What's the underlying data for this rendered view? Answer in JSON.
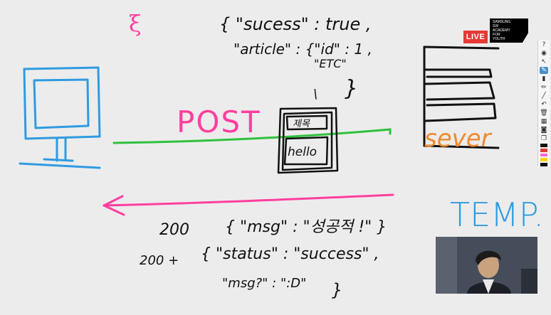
{
  "overlay": {
    "live_label": "LIVE",
    "brand_lines": [
      "SAMSUNG",
      "SW",
      "ACADEMY",
      "FOR",
      "YOUTH"
    ]
  },
  "board": {
    "top_mark": "ξ",
    "req_line1": "{ \"sucess\" : true ,",
    "req_line2": "\"article\" : {\"id\" : 1 ,",
    "req_line3": "\"ETC\"",
    "req_dot": "\\",
    "req_close": "}",
    "paper_line1": "제목",
    "paper_line2": "hello",
    "post_label": "POST",
    "server_label": "sever",
    "temp_label": "TEMP.",
    "res1_code": "200",
    "res1_body": "{ \"msg\" : \"성공적 !\" }",
    "res2_code": "200 +",
    "res2_line1": "{ \"status\" : \"success\" ,",
    "res2_line2": "\"msg?\" : \":D\"",
    "res2_close": "}"
  },
  "toolbar": {
    "tools": [
      {
        "name": "help-icon",
        "glyph": "?"
      },
      {
        "name": "eye-icon",
        "glyph": "◉"
      },
      {
        "name": "pointer-icon",
        "glyph": "↖"
      },
      {
        "name": "pen-icon",
        "glyph": "✎"
      },
      {
        "name": "highlighter-icon",
        "glyph": "▮"
      },
      {
        "name": "pencil-icon",
        "glyph": "✏"
      },
      {
        "name": "line-icon",
        "glyph": "╱"
      },
      {
        "name": "undo-icon",
        "glyph": "↶"
      },
      {
        "name": "trash-icon",
        "glyph": "🗑"
      },
      {
        "name": "grid-icon",
        "glyph": "▦"
      },
      {
        "name": "camera-icon",
        "glyph": "◙"
      },
      {
        "name": "copy-icon",
        "glyph": "❐"
      }
    ],
    "colors": [
      "#111111",
      "#e03c3c",
      "#ff66cc",
      "#ffd400",
      "#000000"
    ]
  }
}
